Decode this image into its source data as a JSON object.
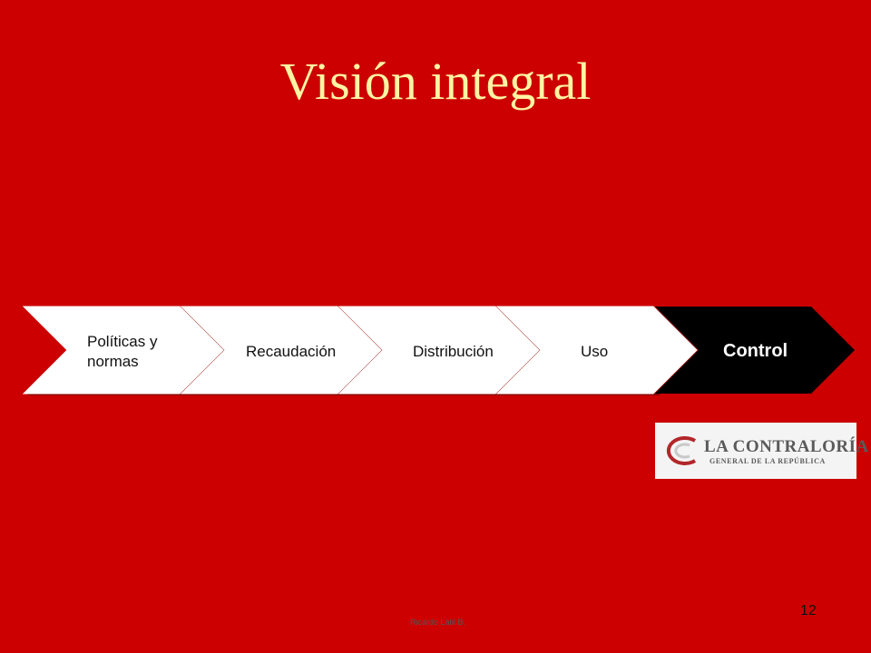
{
  "slide": {
    "title": "Visión integral",
    "page_number": "12",
    "footer": "Ricardo Latil B."
  },
  "process": {
    "steps": [
      {
        "line1": "Políticas y",
        "line2": "normas"
      },
      {
        "label": "Recaudación"
      },
      {
        "label": "Distribución"
      },
      {
        "label": "Uso"
      },
      {
        "label": "Control",
        "highlighted": true
      }
    ]
  },
  "logo": {
    "title": "LA CONTRALORÍA",
    "subtitle": "GENERAL DE LA REPÚBLICA",
    "icon": "contraloria-logo-mark"
  },
  "colors": {
    "background": "#cc0000",
    "title": "#fff4a3",
    "step_fill": "#ffffff",
    "highlight_fill": "#000000"
  }
}
